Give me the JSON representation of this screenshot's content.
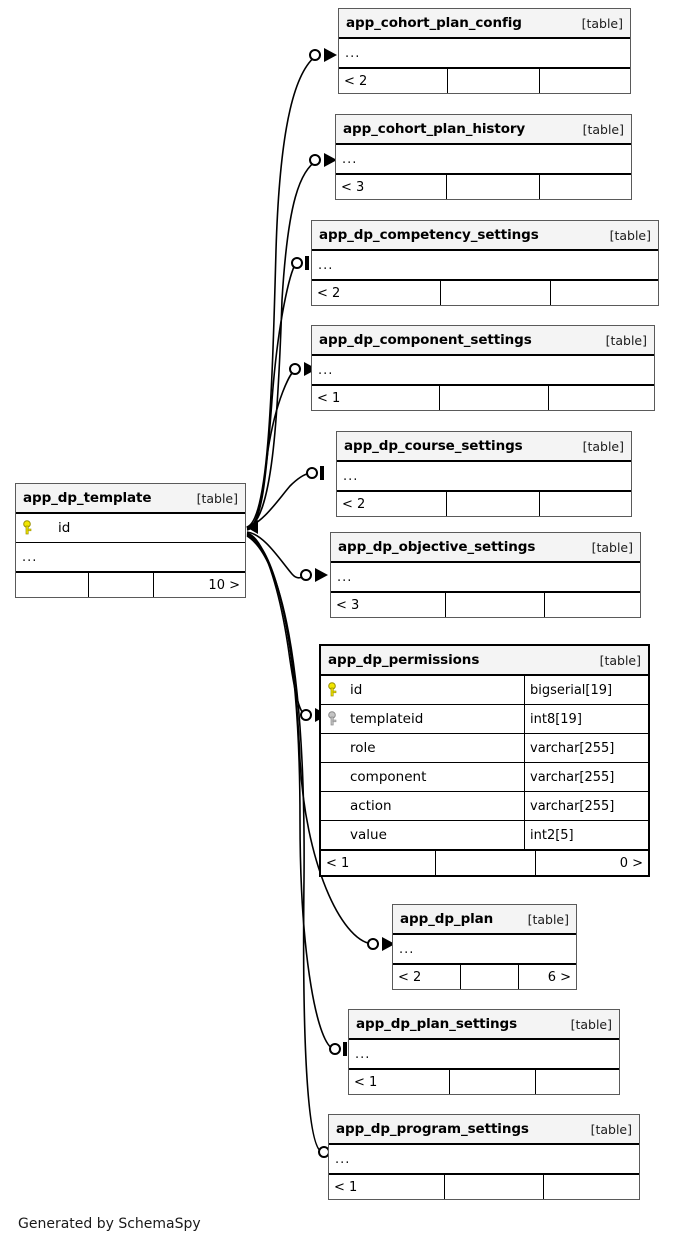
{
  "diagram": {
    "generator_note": "Generated by SchemaSpy",
    "table_tag": "[table]",
    "ellipsis": "...",
    "colors": {
      "header_bg": "#f4f4f4",
      "border": "#5a5a5a",
      "focus_border": "#000000",
      "pk_key": "#f2e600",
      "fk_key": "#bfbfbf",
      "edge": "#000000"
    }
  },
  "tables": [
    {
      "id": "app_cohort_plan_config",
      "name": "app_cohort_plan_config",
      "tag": "[table]",
      "focus": false,
      "ellipsis_row": "...",
      "footer": {
        "left": "< 2",
        "middle": "",
        "right": ""
      },
      "columns": []
    },
    {
      "id": "app_cohort_plan_history",
      "name": "app_cohort_plan_history",
      "tag": "[table]",
      "focus": false,
      "ellipsis_row": "...",
      "footer": {
        "left": "< 3",
        "middle": "",
        "right": ""
      },
      "columns": []
    },
    {
      "id": "app_dp_competency_settings",
      "name": "app_dp_competency_settings",
      "tag": "[table]",
      "focus": false,
      "ellipsis_row": "...",
      "footer": {
        "left": "< 2",
        "middle": "",
        "right": ""
      },
      "columns": []
    },
    {
      "id": "app_dp_component_settings",
      "name": "app_dp_component_settings",
      "tag": "[table]",
      "focus": false,
      "ellipsis_row": "...",
      "footer": {
        "left": "< 1",
        "middle": "",
        "right": ""
      },
      "columns": []
    },
    {
      "id": "app_dp_course_settings",
      "name": "app_dp_course_settings",
      "tag": "[table]",
      "focus": false,
      "ellipsis_row": "...",
      "footer": {
        "left": "< 2",
        "middle": "",
        "right": ""
      },
      "columns": []
    },
    {
      "id": "app_dp_objective_settings",
      "name": "app_dp_objective_settings",
      "tag": "[table]",
      "focus": false,
      "ellipsis_row": "...",
      "footer": {
        "left": "< 3",
        "middle": "",
        "right": ""
      },
      "columns": []
    },
    {
      "id": "app_dp_permissions",
      "name": "app_dp_permissions",
      "tag": "[table]",
      "focus": true,
      "ellipsis_row": null,
      "footer": {
        "left": "< 1",
        "middle": "",
        "right": "0 >"
      },
      "columns": [
        {
          "name": "id",
          "type": "bigserial[19]",
          "key": "primary"
        },
        {
          "name": "templateid",
          "type": "int8[19]",
          "key": "foreign"
        },
        {
          "name": "role",
          "type": "varchar[255]",
          "key": "none"
        },
        {
          "name": "component",
          "type": "varchar[255]",
          "key": "none"
        },
        {
          "name": "action",
          "type": "varchar[255]",
          "key": "none"
        },
        {
          "name": "value",
          "type": "int2[5]",
          "key": "none"
        }
      ]
    },
    {
      "id": "app_dp_plan",
      "name": "app_dp_plan",
      "tag": "[table]",
      "focus": false,
      "ellipsis_row": "...",
      "footer": {
        "left": "< 2",
        "middle": "",
        "right": "6 >"
      },
      "columns": []
    },
    {
      "id": "app_dp_plan_settings",
      "name": "app_dp_plan_settings",
      "tag": "[table]",
      "focus": false,
      "ellipsis_row": "...",
      "footer": {
        "left": "< 1",
        "middle": "",
        "right": ""
      },
      "columns": []
    },
    {
      "id": "app_dp_program_settings",
      "name": "app_dp_program_settings",
      "tag": "[table]",
      "focus": false,
      "ellipsis_row": "...",
      "footer": {
        "left": "< 1",
        "middle": "",
        "right": ""
      },
      "columns": []
    },
    {
      "id": "app_dp_template",
      "name": "app_dp_template",
      "tag": "[table]",
      "focus": false,
      "ellipsis_row": "...",
      "footer": {
        "left": "",
        "middle": "",
        "right": "10 >"
      },
      "columns": [
        {
          "name": "id",
          "type": "",
          "key": "primary"
        }
      ]
    }
  ]
}
